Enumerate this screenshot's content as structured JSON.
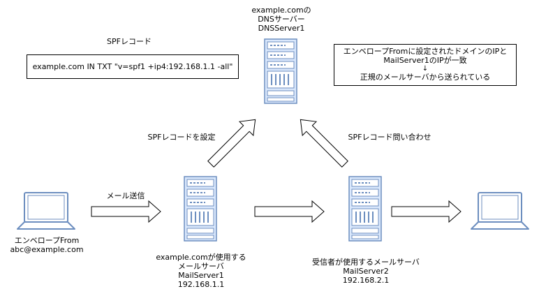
{
  "dns_server": {
    "label_line1": "example.comの",
    "label_line2": "DNSサーバー",
    "label_line3": "DNSServer1"
  },
  "spf_record": {
    "heading": "SPFレコード",
    "value": "example.com IN TXT \"v=spf1 +ip4:192.168.1.1 -all\""
  },
  "verification_note": {
    "line1": "エンベロープFromに設定されたドメインのIPと",
    "line2": "MailServer1のIPが一致",
    "arrow_symbol": "↓",
    "line3": "正規のメールサーバから送られている"
  },
  "arrows": {
    "set_spf_label": "SPFレコードを設定",
    "query_spf_label": "SPFレコード問い合わせ",
    "send_mail_label": "メール送信"
  },
  "sender_laptop": {
    "label_line1": "エンベロープFrom",
    "label_line2": "abc@example.com"
  },
  "mail_server1": {
    "label_line1": "example.comが使用する",
    "label_line2": "メールサーバ",
    "label_line3": "MailServer1",
    "label_line4": "192.168.1.1"
  },
  "mail_server2": {
    "label_line1": "受信者が使用するメールサーバ",
    "label_line2": "MailServer2",
    "label_line3": "192.168.2.1"
  },
  "colors": {
    "server_fill": "#dae8fc",
    "server_stroke": "#6c8ebf",
    "laptop_stroke": "#6c8ebf",
    "laptop_fill": "#ffffff",
    "arrow_stroke": "#000000",
    "arrow_fill": "#ffffff"
  },
  "icons": [
    "server-icon",
    "laptop-icon",
    "block-arrow"
  ]
}
